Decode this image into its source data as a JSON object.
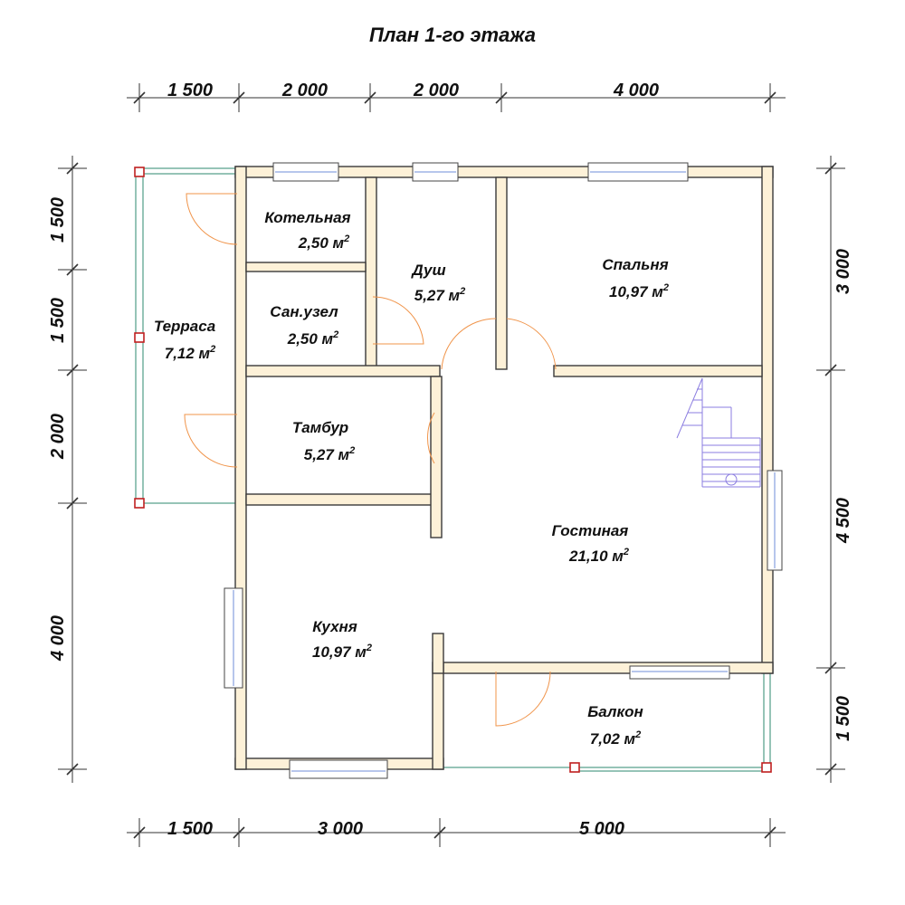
{
  "title": "План 1-го этажа",
  "dimensions": {
    "top": [
      "1 500",
      "2 000",
      "2 000",
      "4 000"
    ],
    "bottom": [
      "1 500",
      "3 000",
      "5 000"
    ],
    "left": [
      "1 500",
      "1 500",
      "2 000",
      "4 000"
    ],
    "right": [
      "3 000",
      "4 500",
      "1 500"
    ]
  },
  "rooms": {
    "boiler": {
      "name": "Котельная",
      "area": "2,50 м"
    },
    "shower": {
      "name": "Душ",
      "area": "5,27 м"
    },
    "bedroom": {
      "name": "Спальня",
      "area": "10,97 м"
    },
    "bathroom": {
      "name": "Сан.узел",
      "area": "2,50 м"
    },
    "terrace": {
      "name": "Терраса",
      "area": "7,12 м"
    },
    "vestibule": {
      "name": "Тамбур",
      "area": "5,27 м"
    },
    "living": {
      "name": "Гостиная",
      "area": "21,10 м"
    },
    "kitchen": {
      "name": "Кухня",
      "area": "10,97 м"
    },
    "balcony": {
      "name": "Балкон",
      "area": "7,02 м"
    }
  },
  "superscript": "2"
}
